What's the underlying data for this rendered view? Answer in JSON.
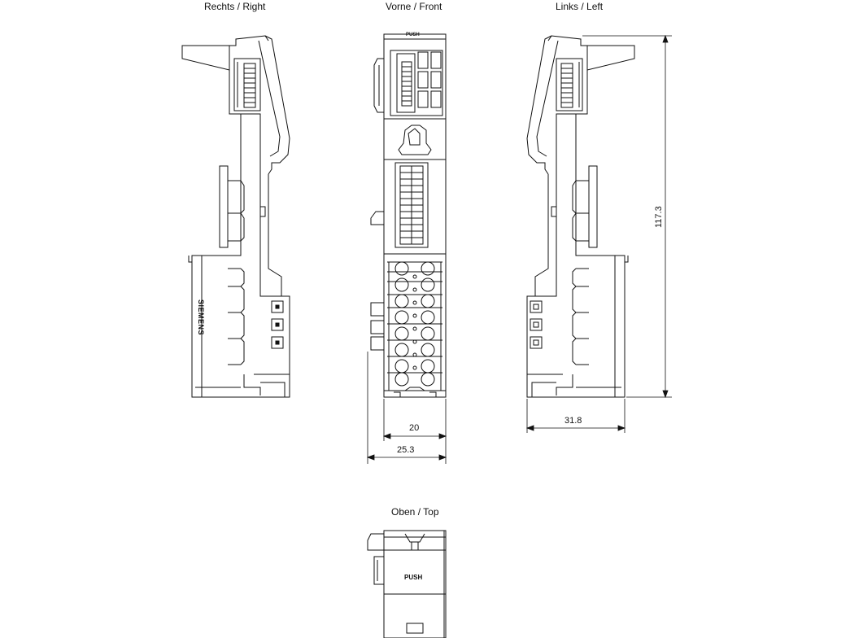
{
  "views": {
    "right": "Rechts / Right",
    "front": "Vorne / Front",
    "left": "Links / Left",
    "top": "Oben / Top"
  },
  "dimensions": {
    "front_width": "20",
    "front_total_width": "25.3",
    "left_depth": "31.8",
    "height": "117.3"
  },
  "markings": {
    "brand": "SIEMENS",
    "push_front": "PUSH",
    "push_top": "PUSH"
  },
  "colors": {
    "line": "#111111",
    "background": "#ffffff"
  }
}
